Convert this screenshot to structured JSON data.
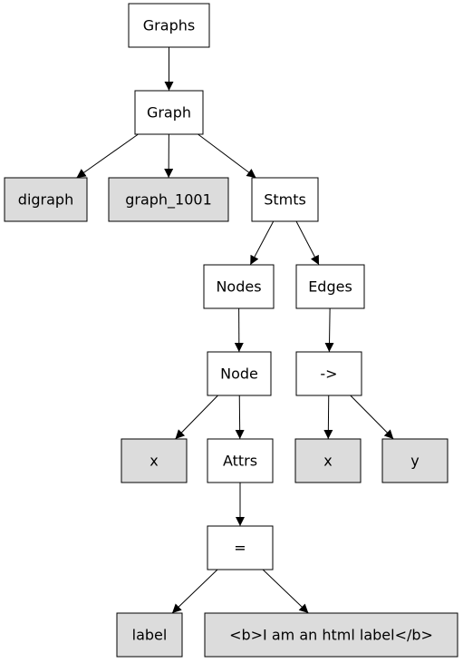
{
  "colors": {
    "inner_fill": "#ffffff",
    "leaf_fill": "#dcdcdc",
    "stroke": "#000000",
    "text": "#000000"
  },
  "nodes": [
    {
      "id": "graphs",
      "label": "Graphs",
      "leaf": false
    },
    {
      "id": "graph",
      "label": "Graph",
      "leaf": false
    },
    {
      "id": "digraph",
      "label": "digraph",
      "leaf": true
    },
    {
      "id": "graph_1001",
      "label": "graph_1001",
      "leaf": true
    },
    {
      "id": "stmts",
      "label": "Stmts",
      "leaf": false
    },
    {
      "id": "nodes",
      "label": "Nodes",
      "leaf": false
    },
    {
      "id": "edges",
      "label": "Edges",
      "leaf": false
    },
    {
      "id": "node",
      "label": "Node",
      "leaf": false
    },
    {
      "id": "arrow",
      "label": "->",
      "leaf": false
    },
    {
      "id": "node_x",
      "label": "x",
      "leaf": true
    },
    {
      "id": "attrs",
      "label": "Attrs",
      "leaf": false
    },
    {
      "id": "edge_x",
      "label": "x",
      "leaf": true
    },
    {
      "id": "edge_y",
      "label": "y",
      "leaf": true
    },
    {
      "id": "equals",
      "label": "=",
      "leaf": false
    },
    {
      "id": "label_key",
      "label": "label",
      "leaf": true
    },
    {
      "id": "label_value",
      "label": "<b>I am an html label</b>",
      "leaf": true
    }
  ],
  "edges": [
    {
      "from": "graphs",
      "to": "graph"
    },
    {
      "from": "graph",
      "to": "digraph"
    },
    {
      "from": "graph",
      "to": "graph_1001"
    },
    {
      "from": "graph",
      "to": "stmts"
    },
    {
      "from": "stmts",
      "to": "nodes"
    },
    {
      "from": "stmts",
      "to": "edges"
    },
    {
      "from": "nodes",
      "to": "node"
    },
    {
      "from": "edges",
      "to": "arrow"
    },
    {
      "from": "node",
      "to": "node_x"
    },
    {
      "from": "node",
      "to": "attrs"
    },
    {
      "from": "arrow",
      "to": "edge_x"
    },
    {
      "from": "arrow",
      "to": "edge_y"
    },
    {
      "from": "attrs",
      "to": "equals"
    },
    {
      "from": "equals",
      "to": "label_key"
    },
    {
      "from": "equals",
      "to": "label_value"
    }
  ]
}
